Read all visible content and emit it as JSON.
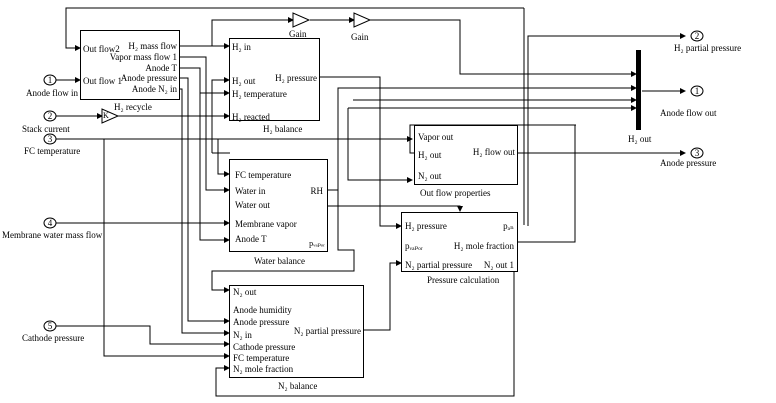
{
  "inports": [
    {
      "num": "1",
      "label": "Anode flow in"
    },
    {
      "num": "2",
      "label": "Stack current"
    },
    {
      "num": "3",
      "label": "FC temperature"
    },
    {
      "num": "4",
      "label": "Membrane water mass flow"
    },
    {
      "num": "5",
      "label": "Cathode pressure"
    }
  ],
  "outports": [
    {
      "num": "2",
      "label": "H₂ partial pressure"
    },
    {
      "num": "1",
      "label": "Anode flow out"
    },
    {
      "num": "3",
      "label": "Anode pressure"
    }
  ],
  "gains": {
    "gain1": "Gain",
    "gain2": "Gain",
    "k": "K"
  },
  "mux_label": "H₂ out",
  "blocks": {
    "recycle": {
      "name": "H₂ recycle",
      "in": [
        "Out flow2",
        "Out flow 1"
      ],
      "out": [
        "H₂ mass flow",
        "Vapor mass flow 1",
        "Anode T",
        "Anode pressure",
        "Anode N₂ in"
      ]
    },
    "h2balance": {
      "name": "H₂ balance",
      "in": [
        "H₂ in",
        "H₂ out",
        "H₂ temperature",
        "H₂ reacted"
      ],
      "out": [
        "H₂ pressure"
      ]
    },
    "outflow": {
      "name": "Out flow properties",
      "in": [
        "Vapor out",
        "H₂ out",
        "N₂ out"
      ],
      "out": [
        "H₂ flow out"
      ]
    },
    "water": {
      "name": "Water balance",
      "in": [
        "FC temperature",
        "Water in",
        "Water out",
        "Membrane vapor",
        "Anode T"
      ],
      "out": [
        "RH",
        "pᵥₐₚₒᵣ"
      ]
    },
    "pressure": {
      "name": "Pressure calculation",
      "in": [
        "H₂ pressure",
        "pᵥₐₚₒᵣ",
        "N₂ partial pressure"
      ],
      "out": [
        "pₐₙ",
        "H₂ mole fraction",
        "N₂ out 1"
      ]
    },
    "n2balance": {
      "name": "N₂ balance",
      "in": [
        "N₂ out",
        "Anode humidity",
        "Anode pressure",
        "N₂ in",
        "Cathode pressure",
        "FC temperature",
        "N₂ mole fraction"
      ],
      "out": [
        "N₂ partial pressure"
      ]
    }
  }
}
